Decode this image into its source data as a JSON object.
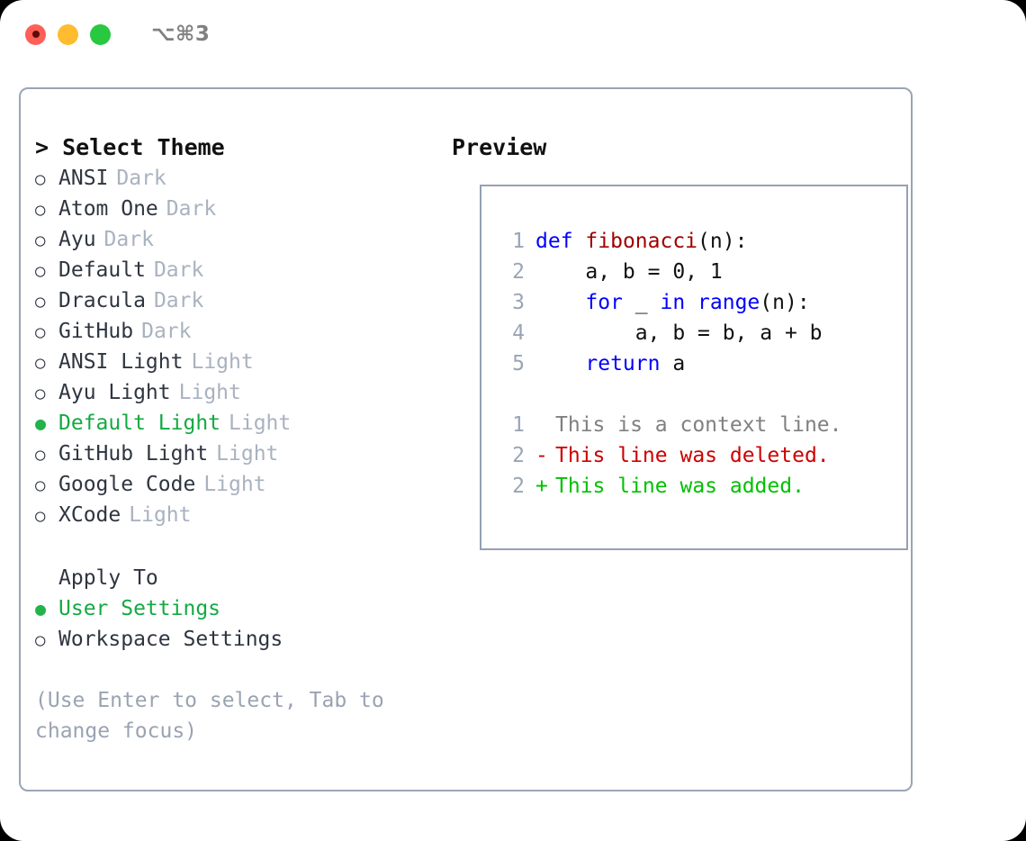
{
  "window": {
    "shortcut": "⌥⌘3",
    "traffic_lights": [
      {
        "name": "close",
        "color": "#ff5f57"
      },
      {
        "name": "minimize",
        "color": "#febc2e"
      },
      {
        "name": "maximize",
        "color": "#28c840"
      }
    ]
  },
  "theme_picker": {
    "heading": "> Select Theme",
    "marker_selected": "●",
    "marker_unselected": "○",
    "selected_color": "#13aa42",
    "items": [
      {
        "name": "ANSI",
        "kind": "Dark",
        "selected": false
      },
      {
        "name": "Atom One",
        "kind": "Dark",
        "selected": false
      },
      {
        "name": "Ayu",
        "kind": "Dark",
        "selected": false
      },
      {
        "name": "Default",
        "kind": "Dark",
        "selected": false
      },
      {
        "name": "Dracula",
        "kind": "Dark",
        "selected": false
      },
      {
        "name": "GitHub",
        "kind": "Dark",
        "selected": false
      },
      {
        "name": "ANSI Light",
        "kind": "Light",
        "selected": false
      },
      {
        "name": "Ayu Light",
        "kind": "Light",
        "selected": false
      },
      {
        "name": "Default Light",
        "kind": "Light",
        "selected": true
      },
      {
        "name": "GitHub Light",
        "kind": "Light",
        "selected": false
      },
      {
        "name": "Google Code",
        "kind": "Light",
        "selected": false
      },
      {
        "name": "XCode",
        "kind": "Light",
        "selected": false
      }
    ]
  },
  "apply_to": {
    "title": "Apply To",
    "items": [
      {
        "name": "User Settings",
        "selected": true
      },
      {
        "name": "Workspace Settings",
        "selected": false
      }
    ]
  },
  "hint": "(Use Enter to select, Tab to change focus)",
  "preview": {
    "title": "Preview",
    "code_lines": [
      {
        "no": "1",
        "tokens": [
          {
            "t": "def",
            "c": "kw"
          },
          {
            "t": " ",
            "c": "plain"
          },
          {
            "t": "fibonacci",
            "c": "fn"
          },
          {
            "t": "(n):",
            "c": "plain"
          }
        ]
      },
      {
        "no": "2",
        "tokens": [
          {
            "t": "    a, b = 0, 1",
            "c": "plain"
          }
        ]
      },
      {
        "no": "3",
        "tokens": [
          {
            "t": "    ",
            "c": "plain"
          },
          {
            "t": "for",
            "c": "kw"
          },
          {
            "t": " _ ",
            "c": "plain"
          },
          {
            "t": "in",
            "c": "kw"
          },
          {
            "t": " ",
            "c": "plain"
          },
          {
            "t": "range",
            "c": "kw"
          },
          {
            "t": "(n):",
            "c": "plain"
          }
        ]
      },
      {
        "no": "4",
        "tokens": [
          {
            "t": "        a, b = b, a + b",
            "c": "plain"
          }
        ]
      },
      {
        "no": "5",
        "tokens": [
          {
            "t": "    ",
            "c": "plain"
          },
          {
            "t": "return",
            "c": "kw"
          },
          {
            "t": " a",
            "c": "plain"
          }
        ]
      }
    ],
    "diff_lines": [
      {
        "no": "1",
        "sign": " ",
        "text": "This is a context line.",
        "kind": "ctx"
      },
      {
        "no": "2",
        "sign": "-",
        "text": "This line was deleted.",
        "kind": "del"
      },
      {
        "no": "2",
        "sign": "+",
        "text": "This line was added.",
        "kind": "add"
      }
    ]
  },
  "colors": {
    "keyword": "#0000ff",
    "function": "#a00000",
    "diff_add": "#00c000",
    "diff_del": "#cc0000",
    "diff_ctx": "#808080",
    "muted": "#a9b2c0",
    "panel_border": "#9aa5b5"
  }
}
